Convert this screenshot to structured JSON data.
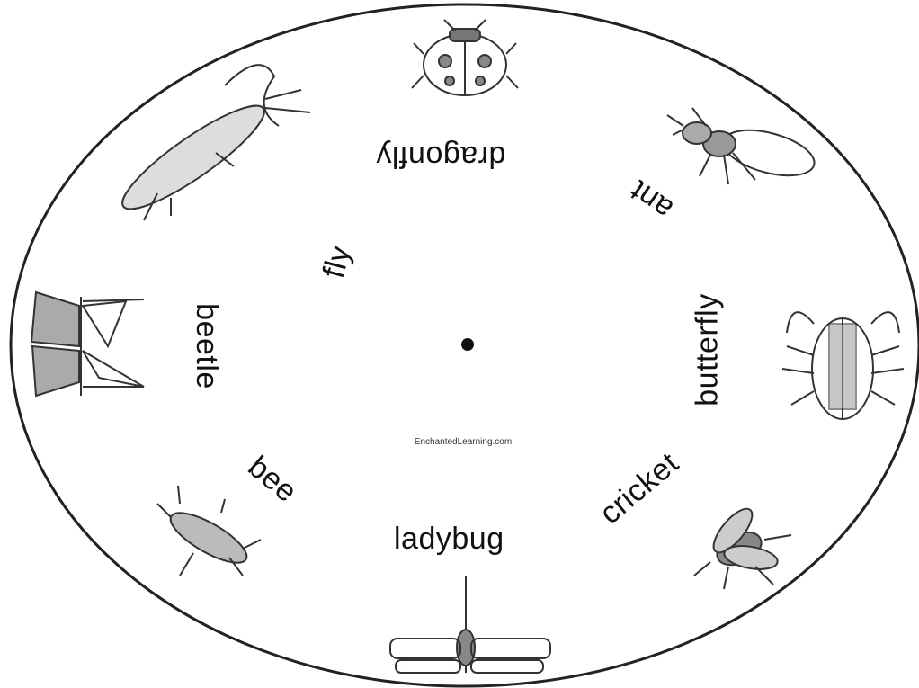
{
  "wheel": {
    "words": {
      "dragonfly": "dragonfly",
      "ant": "ant",
      "butterfly": "butterfly",
      "cricket": "cricket",
      "ladybug": "ladybug",
      "bee": "bee",
      "beetle": "beetle",
      "fly": "fly"
    },
    "credit": "EnchantedLearning.com",
    "line_color": "#333333",
    "pictures": [
      "ladybug-icon",
      "ant-icon",
      "beetle-icon",
      "fly-icon",
      "dragonfly-icon",
      "cricket-icon",
      "butterfly-icon",
      "grasshopper-icon"
    ]
  }
}
